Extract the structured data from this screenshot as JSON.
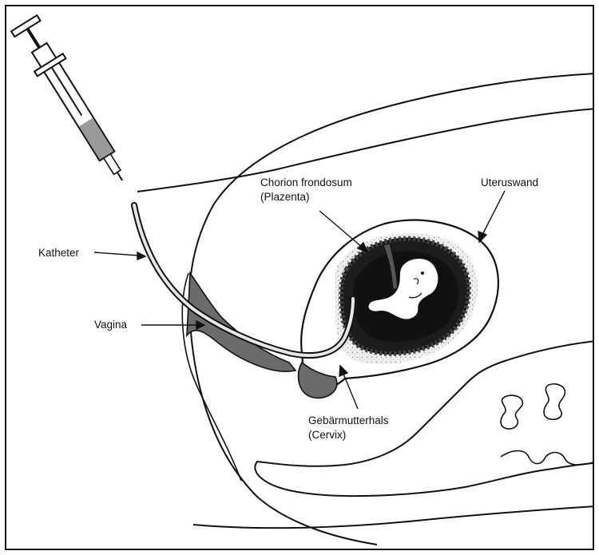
{
  "labels": {
    "chorion_line1": "Chorion frondosum",
    "chorion_line2": "(Plazenta)",
    "uteruswand": "Uteruswand",
    "katheter": "Katheter",
    "vagina": "Vagina",
    "cervix_line1": "Gebärmutterhals",
    "cervix_line2": "(Cervix)"
  },
  "colors": {
    "ink": "#111111",
    "fluid_grey": "#9a9a9a",
    "vagina_grey": "#6b6b6b",
    "sac_dark": "#1c1c1c",
    "speckle_bg": "#d9d9d9"
  }
}
